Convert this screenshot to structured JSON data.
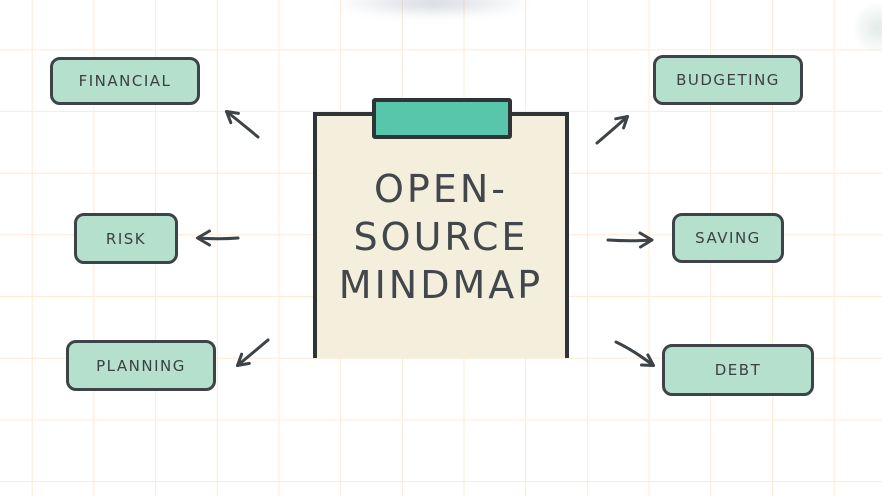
{
  "canvas": {
    "background": "#ffffff",
    "grid_color": "#ffe9d4"
  },
  "colors": {
    "node_fill": "#b5e0cd",
    "node_border": "#3d4347",
    "node_text": "#3a4044",
    "paper_fill": "#f4eedd",
    "paper_border": "#2f3437",
    "clip_fill": "#57c6ab",
    "arrow_color": "#3d4347",
    "title_color": "#42474b",
    "grid_color": "#ffe9d4"
  },
  "central_topic": {
    "title_full": "OPEN-SOURCE MINDMAP",
    "title_lines": [
      "OPEN-",
      "SOURCE",
      "MINDMAP"
    ]
  },
  "nodes": [
    {
      "id": "financial",
      "label": "FINANCIAL",
      "side": "left"
    },
    {
      "id": "risk",
      "label": "RISK",
      "side": "left"
    },
    {
      "id": "planning",
      "label": "PLANNING",
      "side": "left"
    },
    {
      "id": "budgeting",
      "label": "BUDGETING",
      "side": "right"
    },
    {
      "id": "saving",
      "label": "SAVING",
      "side": "right"
    },
    {
      "id": "debt",
      "label": "DEBT",
      "side": "right"
    }
  ],
  "connectors": [
    {
      "from": "central-topic",
      "to": "financial",
      "direction": "up-left"
    },
    {
      "from": "central-topic",
      "to": "risk",
      "direction": "left"
    },
    {
      "from": "central-topic",
      "to": "planning",
      "direction": "down-left"
    },
    {
      "from": "central-topic",
      "to": "budgeting",
      "direction": "up-right"
    },
    {
      "from": "central-topic",
      "to": "saving",
      "direction": "right"
    },
    {
      "from": "central-topic",
      "to": "debt",
      "direction": "down-right"
    }
  ]
}
